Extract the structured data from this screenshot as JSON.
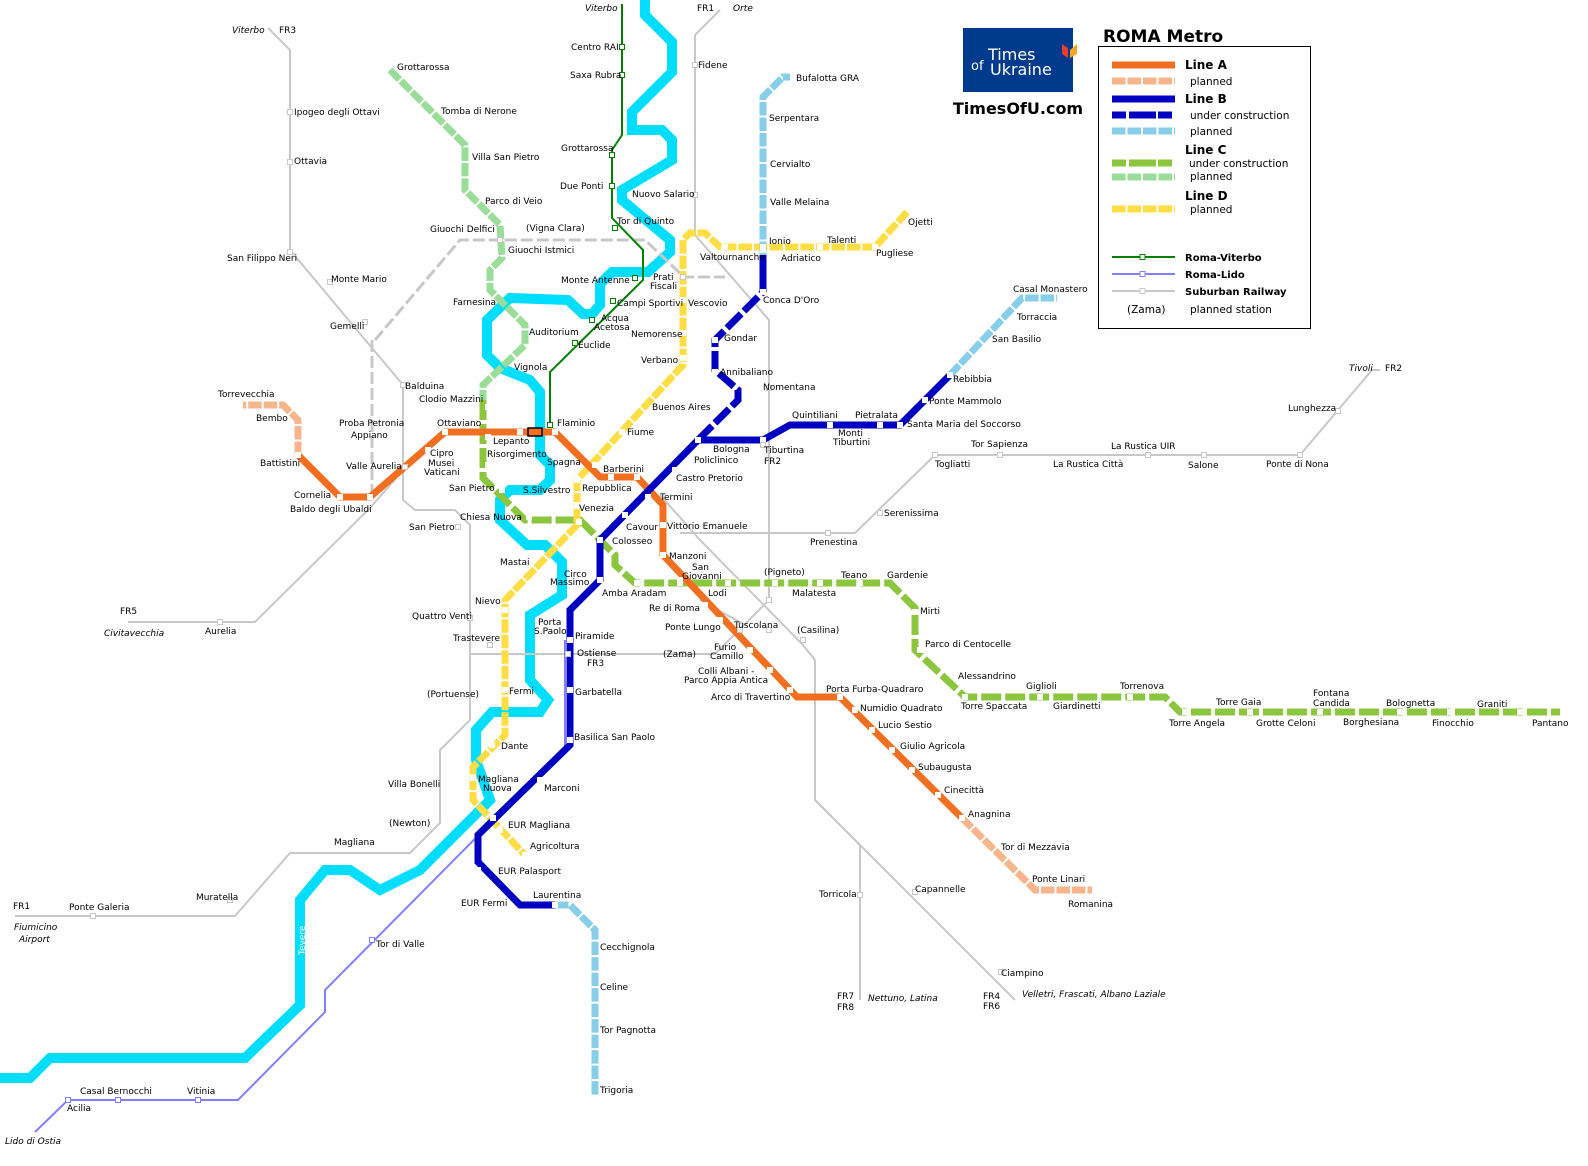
{
  "header": {
    "logo_prefix": "of",
    "logo_line1": "Times",
    "logo_line2": "Ukraine",
    "site": "TimesOfU.com",
    "title": "ROMA Metro"
  },
  "legend": {
    "line_a": "Line A",
    "line_a_planned": "planned",
    "line_b": "Line B",
    "line_b_construction": "under construction",
    "line_b_planned": "planned",
    "line_c": "Line C",
    "line_c_construction": "under construction",
    "line_c_planned": "planned",
    "line_d": "Line D",
    "line_d_planned": "planned",
    "viterbo": "Roma-Viterbo",
    "lido": "Roma-Lido",
    "railway": "Suburban Railway",
    "planned_example": "(Zama)",
    "planned_station": "planned station"
  },
  "colors": {
    "line_a": "#F26F22",
    "line_a_planned": "#F7B58C",
    "line_b": "#0000C0",
    "line_b_planned": "#87CEEB",
    "line_c": "#8CC63F",
    "line_c_planned": "#99DD99",
    "line_d": "#FFDD44",
    "viterbo": "#008000",
    "lido": "#8080FF",
    "railway": "#C8C8C8",
    "river": "#00DDFF",
    "logo_bg": "#003A8C"
  },
  "labels": [
    "Viterbo",
    "FR1",
    "Orte",
    "Viterbo",
    "FR3",
    "Centro RAI",
    "Saxa Rubra",
    "Fidene",
    "Bufalotta GRA",
    "Grottarossa",
    "Tomba di Nerone",
    "Ipogeo degli Ottavi",
    "Serpentara",
    "Grottarossa",
    "Villa San Pietro",
    "Ottavia",
    "Cervialto",
    "Due Ponti",
    "Nuovo Salario",
    "Parco di Veio",
    "Valle Melaina",
    "Tor di Quinto",
    "Ojetti",
    "(Vigna Clara)",
    "Giuochi Delfici",
    "Talenti",
    "Ionio",
    "Giuochi Istmici",
    "Pugliese",
    "Valtournanche",
    "Adriatico",
    "San Filippo Neri",
    "Monte Mario",
    "Monte Antenne",
    "Prati",
    "Fiscali",
    "Casal Monastero",
    "Farnesina",
    "Campi Sportivi",
    "Vescovio",
    "Conca D'Oro",
    "Torraccia",
    "Acqua",
    "Acetosa",
    "Gemelli",
    "Auditorium",
    "Nemorense",
    "Gondar",
    "San Basilio",
    "Euclide",
    "Verbano",
    "Vignola",
    "Annibaliano",
    "Rebibbia",
    "Tivoli",
    "FR2",
    "Balduina",
    "Nomentana",
    "Torrevecchia",
    "Clodio Mazzini",
    "Ponte Mammolo",
    "Buenos Aires",
    "Lunghezza",
    "Quintiliani",
    "Pietralata",
    "Bembo",
    "Proba Petronia",
    "Ottaviano",
    "Flaminio",
    "Santa Maria del Soccorso",
    "Monti",
    "Tiburtini",
    "Appiano",
    "Fiume",
    "Lepanto",
    "Tor Sapienza",
    "La Rustica UIR",
    "Bologna",
    "Tiburtina",
    "Cipro",
    "Risorgimento",
    "Policlinico",
    "FR2",
    "Battistini",
    "Musei",
    "Spagna",
    "Togliatti",
    "La Rustica Città",
    "Salone",
    "Ponte di Nona",
    "Valle Aurelia",
    "Barberini",
    "Vaticani",
    "Castro Pretorio",
    "San Pietro",
    "Repubblica",
    "S.Silvestro",
    "Cornelia",
    "Termini",
    "Baldo degli Ubaldi",
    "Venezia",
    "Serenissima",
    "Chiesa Nuova",
    "Cavour",
    "Vittorio Emanuele",
    "San Pietro",
    "Colosseo",
    "Prenestina",
    "Manzoni",
    "Mastai",
    "San",
    "Giovanni",
    "(Pigneto)",
    "Teano",
    "Gardenie",
    "Circo",
    "Massimo",
    "Amba Aradam",
    "Lodi",
    "Malatesta",
    "Nievo",
    "Re di Roma",
    "FR5",
    "Mirti",
    "Quattro Venti",
    "Porta",
    "S.Paolo",
    "Civitavecchia",
    "Aurelia",
    "Tuscolana",
    "Ponte Lungo",
    "(Casilina)",
    "Piramide",
    "Trastevere",
    "Parco di Centocelle",
    "Furio",
    "Ostiense",
    "(Zama)",
    "Camillo",
    "FR3",
    "Colli Albani -",
    "Parco Appia Antica",
    "Alessandrino",
    "Giglioli",
    "Torrenova",
    "Porta Furba-Quadraro",
    "Garbatella",
    "(Portuense)",
    "Fermi",
    "Fontana",
    "Arco di Travertino",
    "Torre Gaia",
    "Candida",
    "Bolognetta",
    "Graniti",
    "Torre Spaccata",
    "Giardinetti",
    "Numidio Quadrato",
    "Torre Angela",
    "Grotte Celoni",
    "Borghesiana",
    "Finocchio",
    "Pantano",
    "Lucio Sestio",
    "Basilica San Paolo",
    "Dante",
    "Giulio Agricola",
    "Subaugusta",
    "Magliana",
    "Nuova",
    "Villa Bonelli",
    "Marconi",
    "Cinecittà",
    "Anagnina",
    "(Newton)",
    "EUR Magliana",
    "Magliana",
    "Agricoltura",
    "Tor di Mezzavia",
    "EUR Palasport",
    "Ponte Linari",
    "Capannelle",
    "Laurentina",
    "Muratella",
    "Torricola",
    "Romanina",
    "EUR Fermi",
    "FR1",
    "Ponte Galeria",
    "Fiumicino",
    "Airport",
    "Tevere",
    "Tor di Valle",
    "Cecchignola",
    "Ciampino",
    "Celine",
    "FR7",
    "Nettuno, Latina",
    "FR4",
    "Velletri, Frascati, Albano Laziale",
    "FR8",
    "FR6",
    "Tor Pagnotta",
    "Casal Bernocchi",
    "Vitinia",
    "Acilia",
    "Trigoria",
    "Lido di Ostia"
  ]
}
